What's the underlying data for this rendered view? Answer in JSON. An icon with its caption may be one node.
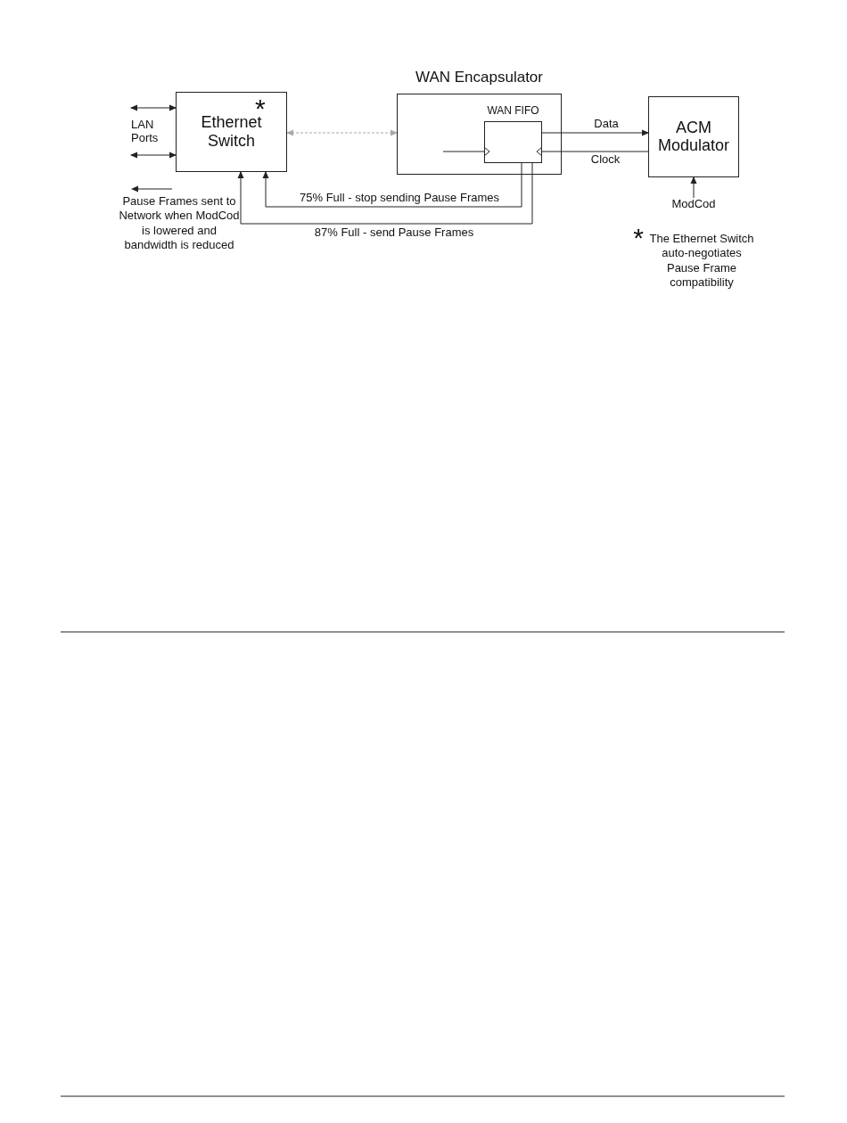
{
  "diagram": {
    "nodes": [
      {
        "text": [
          "*",
          "Ethernet Switch"
        ]
      },
      {
        "text": [
          "WAN Encapsulator"
        ]
      },
      {
        "text": [
          "WAN FIFO"
        ],
        "in": 1
      },
      {
        "text": [
          "ACM Modulator"
        ]
      },
      {
        "text": [
          "ModCod"
        ]
      },
      {
        "text": [
          "LAN Ports"
        ]
      }
    ],
    "edges": [
      {
        "from": 5,
        "to": 0,
        "arrow": "both"
      },
      {
        "from": 5,
        "to": 0,
        "arrow": "both"
      },
      {
        "from": 0,
        "to": 1,
        "arrow": "both",
        "style": "dashed",
        "color": "#aaaaaa"
      },
      {
        "from": 2,
        "to": 3,
        "arrow": "to",
        "label": "Data"
      },
      {
        "from": 3,
        "to": 2,
        "arrow": "to",
        "label": "Clock"
      },
      {
        "from": null,
        "to": 2,
        "arrow": "to"
      },
      {
        "from": 2,
        "to": 0,
        "arrow": "to",
        "label": "75% Full - stop sending Pause Frames"
      },
      {
        "from": 2,
        "to": 0,
        "arrow": "to",
        "label": "87% Full - send Pause Frames"
      },
      {
        "from": 4,
        "to": 3,
        "arrow": "to"
      }
    ],
    "labels": [
      "Pause Frames sent to Network when ModCod is lowered and bandwidth is reduced",
      "*",
      "The Ethernet Switch auto-negotiates Pause Frame compatibility"
    ]
  }
}
